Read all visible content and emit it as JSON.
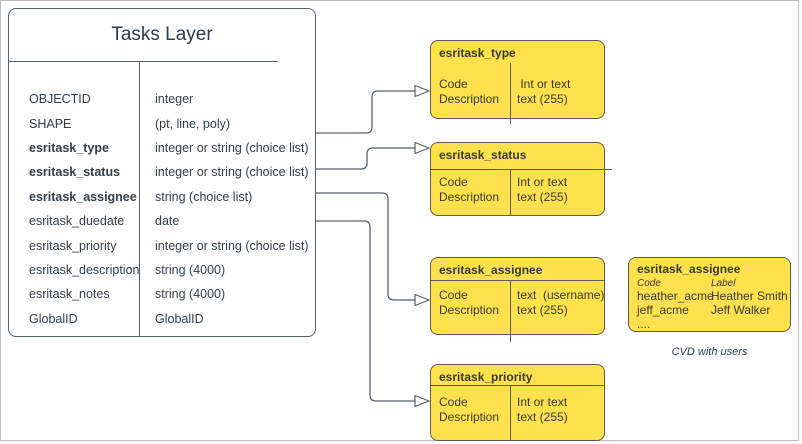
{
  "tasks_layer": {
    "title": "Tasks Layer",
    "fields": [
      {
        "name": "OBJECTID",
        "type": "integer"
      },
      {
        "name": "SHAPE",
        "type": "(pt, line, poly)"
      },
      {
        "name": "esritask_type",
        "type": "integer or string (choice list)"
      },
      {
        "name": "esritask_status",
        "type": "integer or string (choice list)"
      },
      {
        "name": "esritask_assignee",
        "type": "string (choice list)"
      },
      {
        "name": "esritask_duedate",
        "type": "date"
      },
      {
        "name": "esritask_priority",
        "type": "integer or string (choice list)"
      },
      {
        "name": "esritask_description",
        "type": "string (4000)"
      },
      {
        "name": "esritask_notes",
        "type": "string (4000)"
      },
      {
        "name": "GlobalID",
        "type": "GlobalID"
      }
    ]
  },
  "domain_tables": [
    {
      "title": "esritask_type",
      "left_line1": "Code",
      "left_line2": "Description",
      "right_line1": " Int or text",
      "right_line2": "text (255)"
    },
    {
      "title": "esritask_status",
      "left_line1": "Code",
      "left_line2": "Description",
      "right_line1": "Int or text",
      "right_line2": "text (255)"
    },
    {
      "title": "esritask_assignee",
      "left_line1": "Code",
      "left_line2": "Description",
      "right_line1": "text  (username)",
      "right_line2": "text (255)"
    },
    {
      "title": "esritask_priority",
      "left_line1": "Code",
      "left_line2": "Description",
      "right_line1": "Int or text",
      "right_line2": "text (255)"
    }
  ],
  "cvd_table": {
    "title": "esritask_assignee",
    "col_header_code": "Code",
    "col_header_label": "Label",
    "rows": [
      {
        "code": "heather_acme",
        "label": "Heather Smith"
      },
      {
        "code": "jeff_acme",
        "label": "Jeff Walker"
      }
    ],
    "ellipsis": "....",
    "caption": "CVD with users"
  },
  "colors": {
    "yellow_fill": "#FFE14D",
    "yellow_stroke": "#5b5a52",
    "line_stroke": "#56616c",
    "text": "#33404c",
    "canvas_border": "#b6bcc2"
  }
}
